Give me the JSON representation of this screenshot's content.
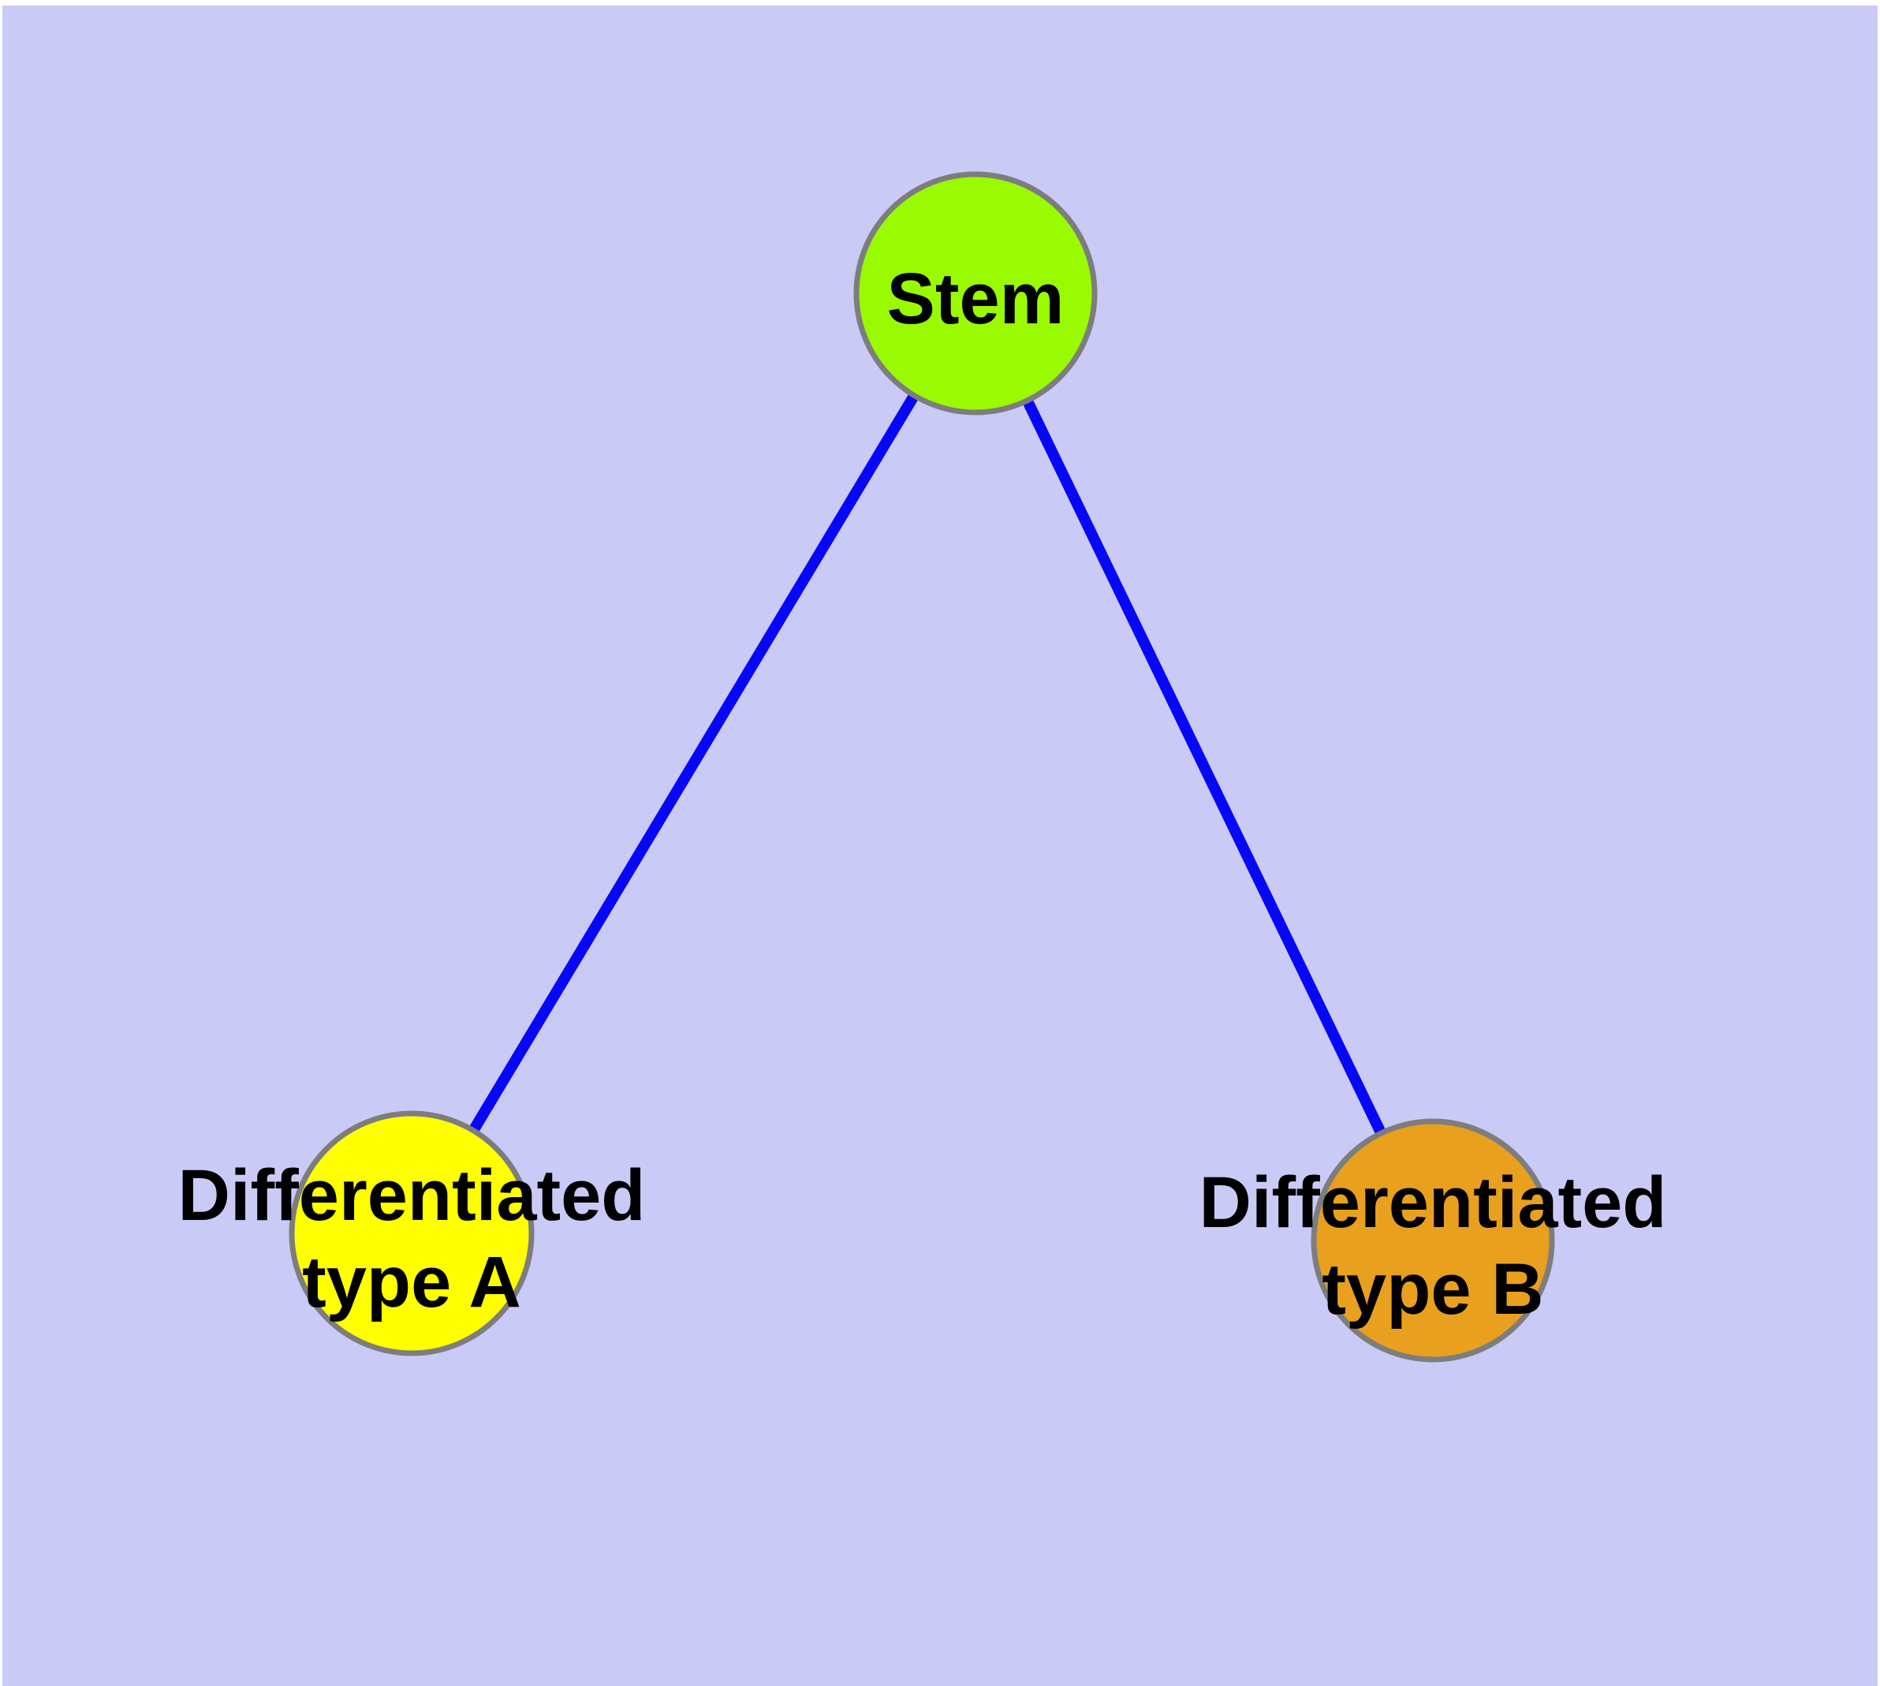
{
  "diagram": {
    "type": "graph",
    "description_labels": [
      "Stem",
      "Differentiated type A",
      "Differentiated type B"
    ]
  },
  "colors": {
    "background": "#CACAF7",
    "page_margin": "#FFFFFF",
    "edge": "#0707F8",
    "node_border": "#7D7D7D",
    "label_text": "#000000",
    "stem_fill": "#99FA02",
    "type_a_fill": "#FFFF00",
    "type_b_fill": "#E8A01E"
  },
  "nodes": {
    "stem": {
      "label": "Stem",
      "fill": "#99FA02",
      "border": "#7D7D7D"
    },
    "type_a": {
      "label_line1": "Differentiated",
      "label_line2": "type A",
      "fill": "#FFFF00",
      "border": "#7D7D7D"
    },
    "type_b": {
      "label_line1": "Differentiated",
      "label_line2": "type B",
      "fill": "#E8A01E",
      "border": "#7D7D7D"
    }
  },
  "edges": [
    {
      "from": "Stem",
      "to": "Differentiated type A"
    },
    {
      "from": "Stem",
      "to": "Differentiated type B"
    }
  ]
}
